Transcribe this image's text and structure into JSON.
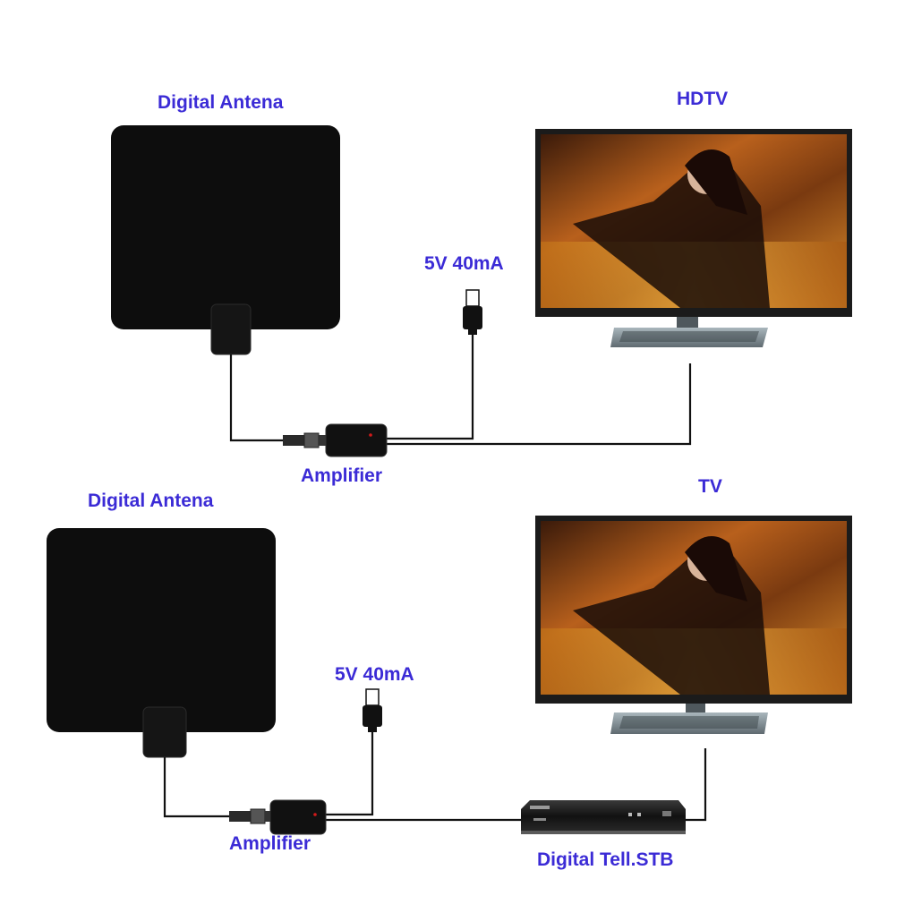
{
  "colors": {
    "label": "#3b2bd6",
    "antenna": "#0d0d0d",
    "cable": "#111111",
    "tv_frame": "#1b1b1b",
    "tv_stand": "#7f8c92",
    "indicator": "#d21a1a"
  },
  "top": {
    "antenna_label": "Digital Antena",
    "display_label": "HDTV",
    "power_label": "5V 40mA",
    "amplifier_label": "Amplifier"
  },
  "bottom": {
    "antenna_label": "Digital Antena",
    "display_label": "TV",
    "power_label": "5V 40mA",
    "amplifier_label": "Amplifier",
    "stb_label": "Digital Tell.STB"
  },
  "icons": [
    "antenna-panel-icon",
    "usb-plug-icon",
    "amplifier-icon",
    "coax-connector-icon",
    "television-icon",
    "set-top-box-icon"
  ]
}
